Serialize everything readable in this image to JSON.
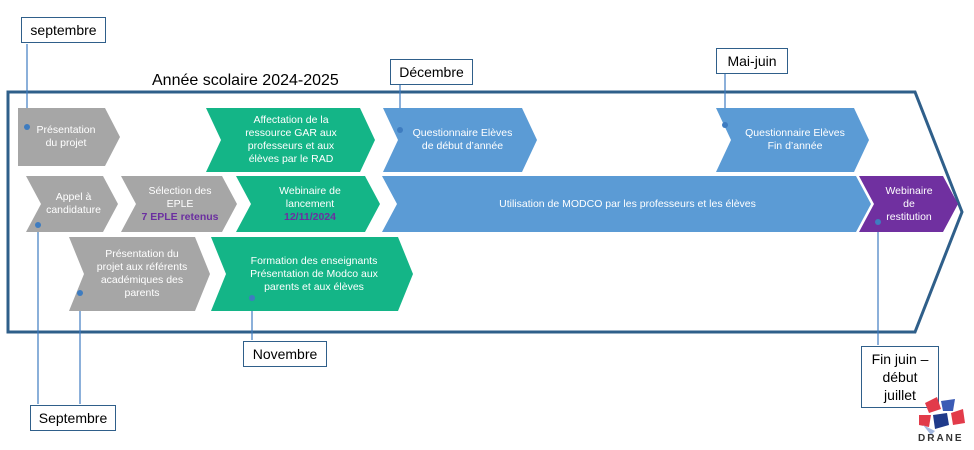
{
  "title": "Année scolaire 2024-2025",
  "callouts": {
    "septembre_top": "septembre",
    "decembre": "Décembre",
    "mai_juin": "Mai-juin",
    "novembre": "Novembre",
    "septembre_bottom": "Septembre",
    "fin_juin_line1": "Fin juin –",
    "fin_juin_line2": "début juillet"
  },
  "chevrons": {
    "presentation_projet": [
      "Présentation",
      "du projet"
    ],
    "affectation": [
      "Affectation de la",
      "ressource GAR aux",
      "professeurs et aux",
      "élèves par le RAD"
    ],
    "questionnaire_debut": [
      "Questionnaire Elèves",
      "de début d’année"
    ],
    "questionnaire_fin": [
      "Questionnaire Elèves",
      "Fin d’année"
    ],
    "appel": [
      "Appel à",
      "candidature"
    ],
    "selection": [
      "Sélection des",
      "EPLE"
    ],
    "selection_sub": "7 EPLE retenus",
    "webinaire_lancement": [
      "Webinaire de",
      "lancement"
    ],
    "webinaire_date": "12/11/2024",
    "utilisation": "Utilisation de MODCO par  les professeurs et les élèves",
    "webinaire_restitution": [
      "Webinaire",
      "de",
      "restitution"
    ],
    "presentation_referents": [
      "Présentation du",
      "projet aux référents",
      "académiques des",
      "parents"
    ],
    "formation": [
      "Formation des enseignants",
      "Présentation de Modco aux",
      "parents et aux élèves"
    ]
  },
  "colors": {
    "frame": "#2f5f8a",
    "gray": "#a6a6a6",
    "green": "#14b587",
    "blue": "#5b9bd5",
    "purple": "#7030a0",
    "callout_line": "#3e7cc0"
  },
  "logo": {
    "text": "DRANE",
    "icon": "drane-logo-icon"
  }
}
